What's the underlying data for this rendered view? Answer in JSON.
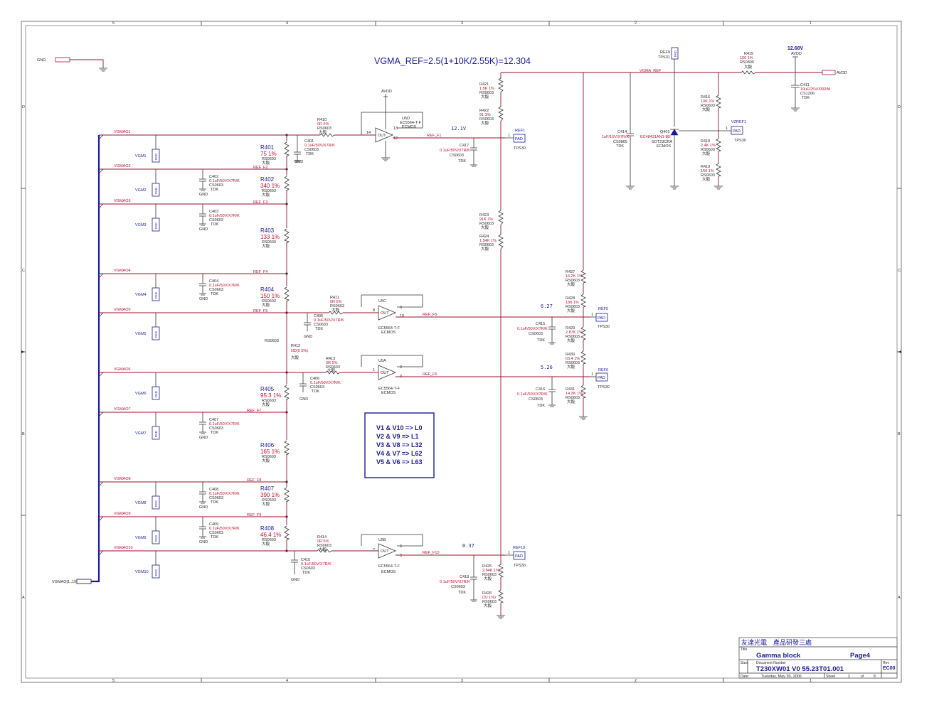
{
  "formula": "VGMA_REF=2.5(1+10K/2.55K)=12.304",
  "voltage_top": "12.68V",
  "nets": {
    "gnd": "GND",
    "avdd": "AVDD",
    "vgma_ref": "VGMA_REF",
    "bus": "VGMAO[1..10]",
    "vgmao": [
      "VGMAO1",
      "VGMAO2",
      "VGMAO3",
      "VGMAO4",
      "VGMAO5",
      "VGMAO6",
      "VGMAO7",
      "VGMAO8",
      "VGMAO9",
      "VGMAO10"
    ],
    "vgm": [
      "VGM1",
      "VGM2",
      "VGM3",
      "VGM4",
      "VGM5",
      "VGM6",
      "VGM7",
      "VGM8",
      "VGM9",
      "VGM10"
    ],
    "ref_f": [
      "REF_F1",
      "REF_F2",
      "REF_F3",
      "REF_F4",
      "REF_F5",
      "REF_F6",
      "REF_F7",
      "REF_F8",
      "REF_F9",
      "REF_F10"
    ]
  },
  "ladder": [
    {
      "ref": "R401",
      "val": "75 1%"
    },
    {
      "ref": "R402",
      "val": "340 1%"
    },
    {
      "ref": "R403",
      "val": "133 1%"
    },
    {
      "ref": "R404",
      "val": "150 1%"
    },
    {
      "ref": "R405",
      "val": "95.3 1%"
    },
    {
      "ref": "R406",
      "val": "165 1%"
    },
    {
      "ref": "R407",
      "val": "390 1%"
    },
    {
      "ref": "R408",
      "val": "46.4 1%"
    }
  ],
  "pkg": {
    "rs0603": "RS0603",
    "rs0805": "RS0805",
    "cs0603": "CS0603",
    "cs0805": "CS0805",
    "cs1206": "CS1206",
    "tdk": "TDK",
    "vendor": "大毅",
    "ecmos": "ECMOS",
    "tps30": "TPS30",
    "pad": "PAD",
    "sot": "SOT23CRA"
  },
  "caps": {
    "c401": "C401",
    "c402": "C402",
    "c403": "C403",
    "c404": "C404",
    "c405": "C405",
    "c406": "C406",
    "c407": "C407",
    "c408": "C408",
    "c409": "C409",
    "c410": "C410",
    "c411": "C411",
    "c414": "C414",
    "c415": "C415",
    "c416": "C416",
    "c417": "C417",
    "c418": "C418",
    "v1": "0.1uF/50V/X7R/K",
    "v411": "10uF/25V/X5R/M",
    "v414": "1uF/16V/X7R/K"
  },
  "res": {
    "r410": "R410",
    "r411": "R411",
    "r412": "R412",
    "r413": "R413",
    "r414": "R414",
    "r0": "0R 5%",
    "r412v": "ND(0 5%)",
    "r415": "R415",
    "r415v": "100 1%",
    "r416": "R416",
    "r416v": "10K 1%",
    "r418": "R418",
    "r418v": "2.4K 1%",
    "r419": "R419",
    "r419v": "150 1%",
    "r421": "R421",
    "r421v": "1.5K 1%",
    "r422": "R422",
    "r422v": "91 1%",
    "r423": "R423",
    "r423v": "91K 1%",
    "r424": "R424",
    "r424v": "1.54K 1%",
    "r425": "R425",
    "r425v": "2.94K 1%",
    "r426": "R426",
    "r426v": "(0J 1%)",
    "r427": "R427",
    "r427v": "16.2K 1%",
    "r428": "R428",
    "r428v": "180 1%",
    "r429": "R429",
    "r429v": "2.87K 1%",
    "r430": "R430",
    "r430v": "63.4 1%",
    "r431": "R431",
    "r431v": "14.3K 1%"
  },
  "opamps": {
    "u5d": "U5D",
    "u5c": "U5C",
    "u5a": "U5A",
    "u5b": "U5B",
    "part": "EC5564-T-F"
  },
  "tps": {
    "ref1": "REF1",
    "ref5": "REF5",
    "ref6": "REF6",
    "ref10": "REF10",
    "ref9": "REF9",
    "tps31": "TPS31",
    "vzref": "VZREF1",
    "q401": "Q401",
    "q401v": "EC48431AN1-BE"
  },
  "node_v": {
    "v1": "12.1V",
    "v5": "6.27",
    "v6": "5.26",
    "v10": "0.37"
  },
  "legend": [
    "V1 & V10 => L0",
    "V2 & V9 => L1",
    "V3 & V8 => L32",
    "V4 & V7 => L62",
    "V5 & V6 => L63"
  ],
  "title_block": {
    "company": "友達光電　產品研發三處",
    "title_lbl": "Title",
    "title": "Gamma block",
    "page": "Page4",
    "size_lbl": "Size",
    "doc_lbl": "Document Number",
    "doc": "T230XW01 V0 55.23T01.001",
    "rev_lbl": "Rev",
    "rev": "EC00",
    "date_lbl": "Date:",
    "date": "Tuesday, May 30, 2006",
    "sheet_lbl": "Sheet",
    "sheet": "2",
    "of_lbl": "of",
    "of": "8"
  },
  "border": {
    "cols": [
      "5",
      "4",
      "3",
      "2",
      "1"
    ],
    "rows": [
      "D",
      "C",
      "B",
      "A"
    ]
  }
}
